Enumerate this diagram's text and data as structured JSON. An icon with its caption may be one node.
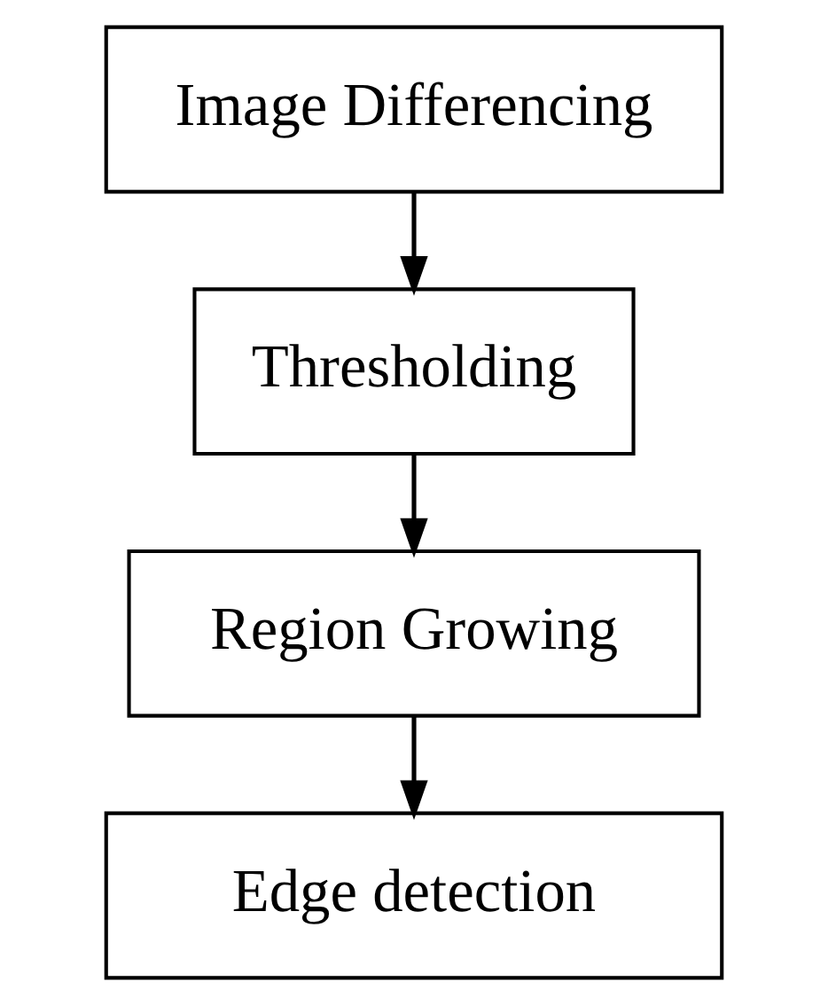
{
  "diagram": {
    "nodes": [
      {
        "text": [
          "Image Differencing"
        ]
      },
      {
        "text": [
          "Thresholding"
        ]
      },
      {
        "text": [
          "Region Growing"
        ]
      },
      {
        "text": [
          "Edge detection"
        ]
      }
    ],
    "edges": [
      {
        "from": 0,
        "to": 1,
        "arrow": "to"
      },
      {
        "from": 1,
        "to": 2,
        "arrow": "to"
      },
      {
        "from": 2,
        "to": 3,
        "arrow": "to"
      }
    ]
  }
}
